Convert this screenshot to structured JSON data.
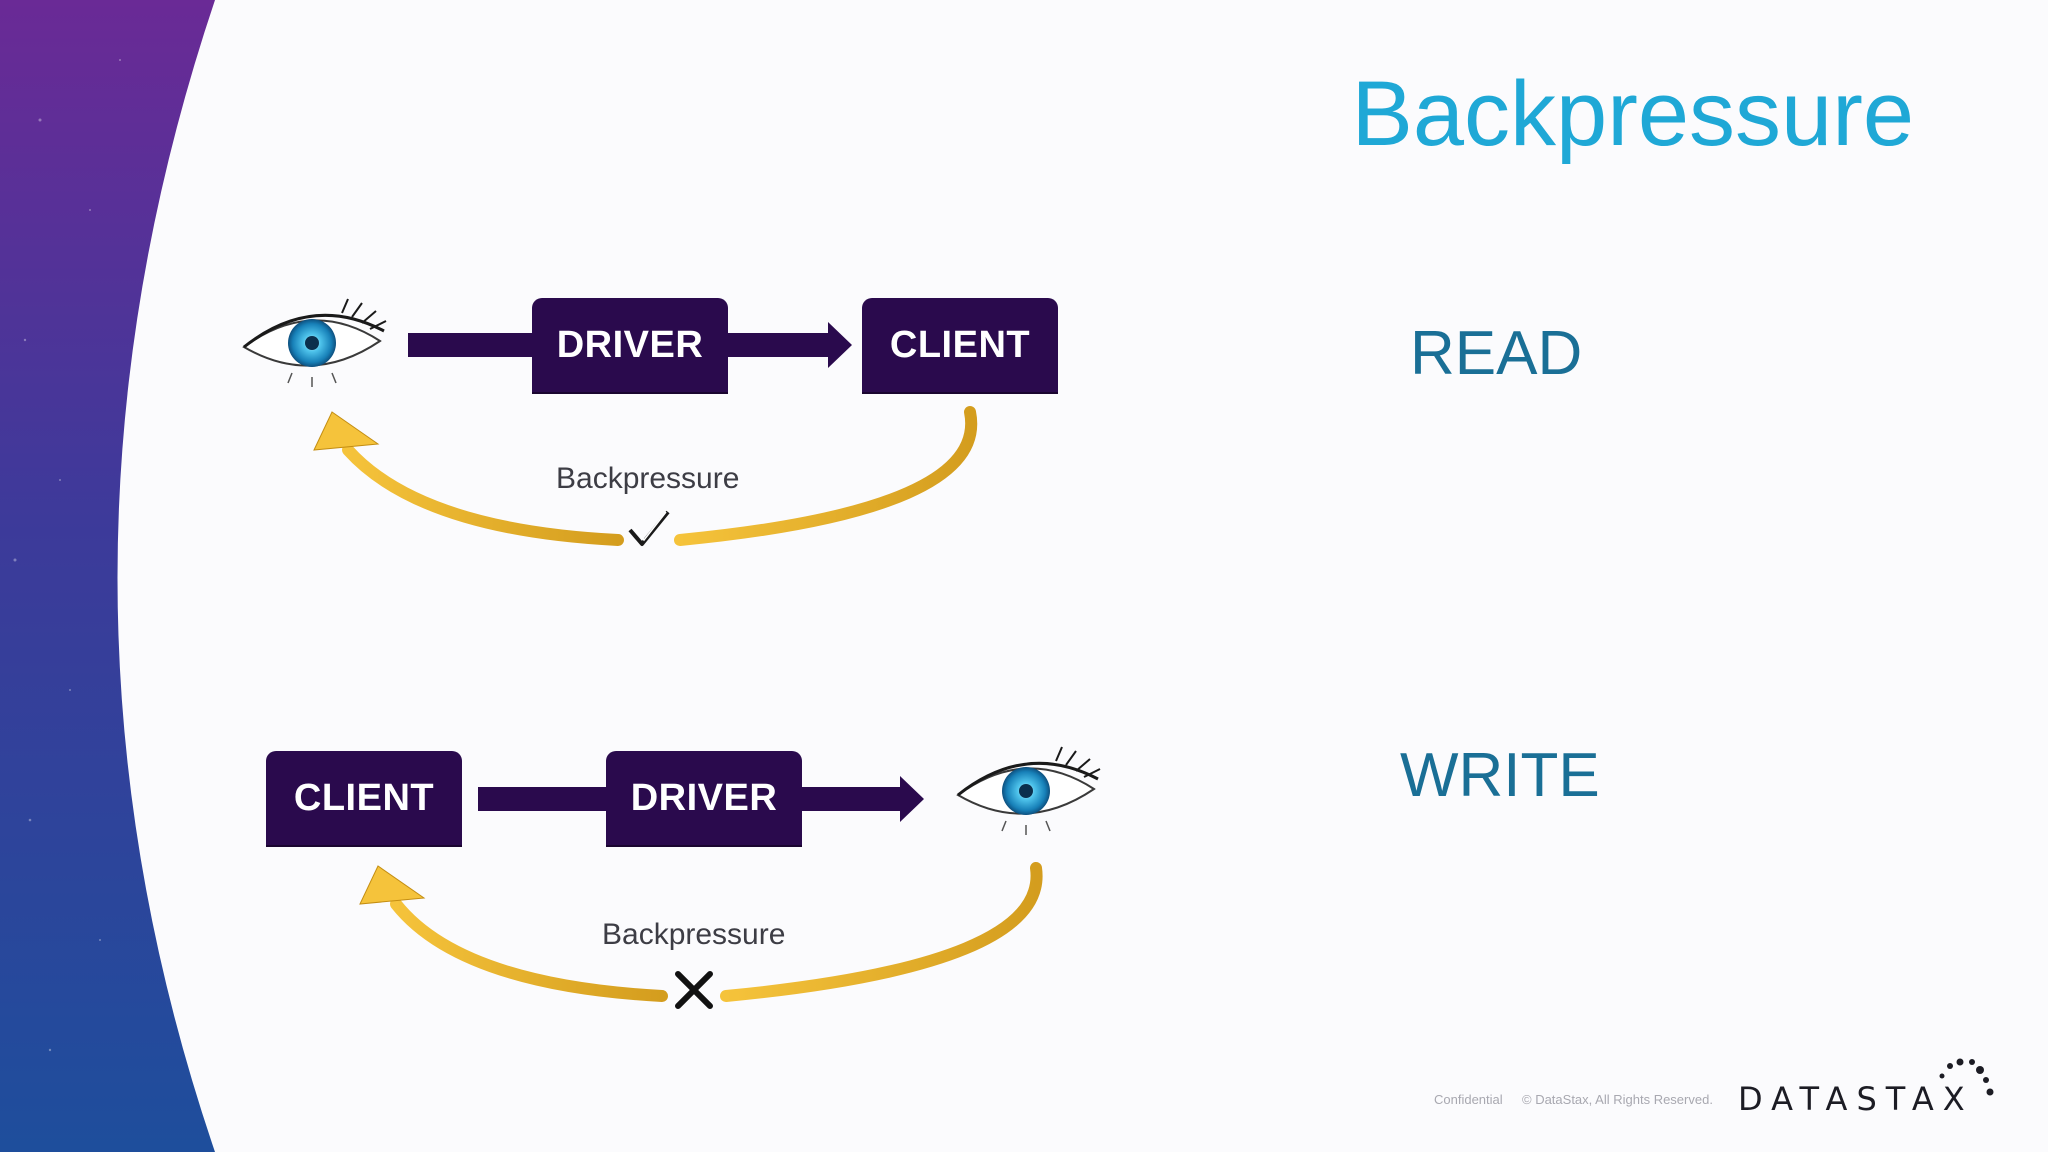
{
  "slide": {
    "title": "Backpressure",
    "read_label": "READ",
    "write_label": "WRITE"
  },
  "read_diagram": {
    "driver_label": "DRIVER",
    "client_label": "CLIENT",
    "backpressure_label": "Backpressure",
    "status_icon": "check-icon"
  },
  "write_diagram": {
    "client_label": "CLIENT",
    "driver_label": "DRIVER",
    "backpressure_label": "Backpressure",
    "status_icon": "x-icon"
  },
  "footer": {
    "confidential": "Confidential",
    "copyright": "© DataStax, All Rights Reserved.",
    "logo": "DATASTAX"
  },
  "colors": {
    "title": "#1fa8d6",
    "mode_label": "#1a6f96",
    "box": "#2a0a4d",
    "arrow": "#2a0a4d",
    "backpressure_arrow": "#e8b22a"
  }
}
